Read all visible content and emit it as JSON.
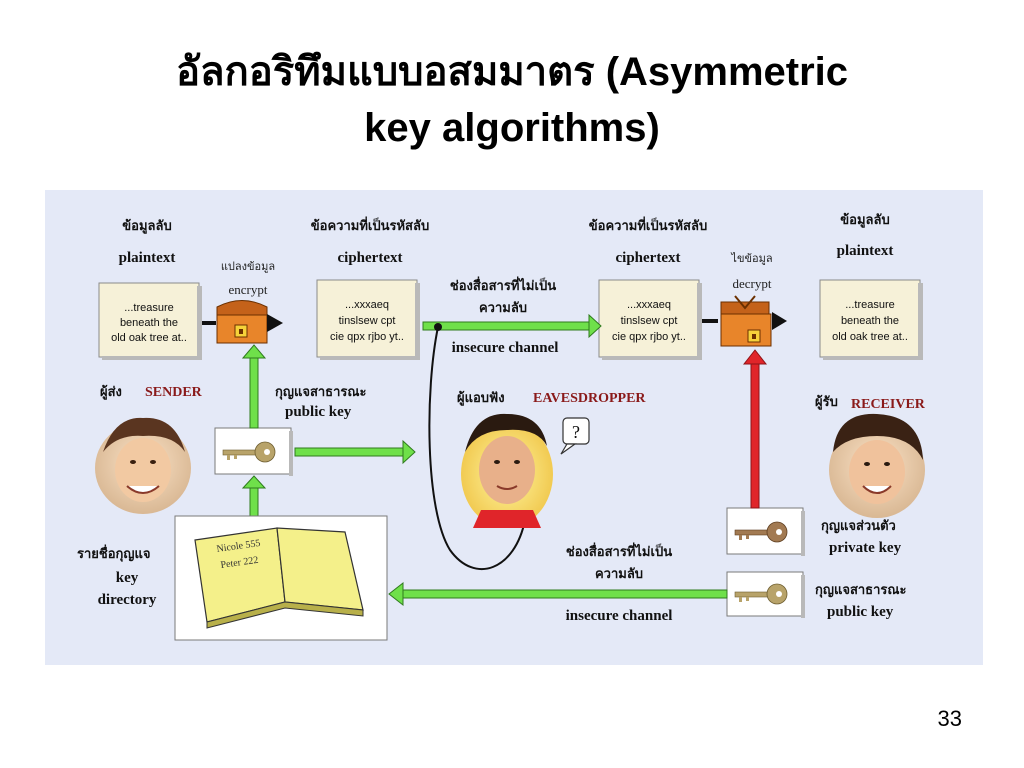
{
  "title": {
    "line1": "อัลกอริทึมแบบอสมมาตร (Asymmetric",
    "line2": "key algorithms)"
  },
  "page_number": "33",
  "diagram": {
    "plaintext_left": {
      "thai": "ข้อมูลลับ",
      "en": "plaintext",
      "lines": [
        "...treasure",
        "beneath the",
        "old oak tree at.."
      ]
    },
    "ciphertext_left": {
      "thai": "ข้อความที่เป็นรหัสลับ",
      "en": "ciphertext",
      "lines": [
        "...xxxaeq",
        "tinslsew cpt",
        "cie qpx rjbo yt.."
      ]
    },
    "ciphertext_right": {
      "thai": "ข้อความที่เป็นรหัสลับ",
      "en": "ciphertext",
      "lines": [
        "...xxxaeq",
        "tinslsew cpt",
        "cie qpx rjbo yt.."
      ]
    },
    "plaintext_right": {
      "thai": "ข้อมูลลับ",
      "en": "plaintext",
      "lines": [
        "...treasure",
        "beneath the",
        "old oak tree at.."
      ]
    },
    "encrypt": {
      "thai": "แปลงข้อมูล",
      "en": "encrypt"
    },
    "decrypt": {
      "thai": "ไขข้อมูล",
      "en": "decrypt"
    },
    "channel_top": {
      "thai_line1": "ช่องสื่อสารที่ไม่เป็น",
      "thai_line2": "ความลับ",
      "en": "insecure channel"
    },
    "channel_bottom": {
      "thai_line1": "ช่องสื่อสารที่ไม่เป็น",
      "thai_line2": "ความลับ",
      "en": "insecure channel"
    },
    "sender": {
      "thai": "ผู้ส่ง",
      "en": "SENDER"
    },
    "eavesdropper": {
      "thai": "ผู้แอบฟัง",
      "en": "EAVESDROPPER",
      "bubble": "?"
    },
    "receiver": {
      "thai": "ผู้รับ",
      "en": "RECEIVER"
    },
    "public_key_sender": {
      "thai": "กุญแจสาธารณะ",
      "en": "public key"
    },
    "private_key": {
      "thai": "กุญแจส่วนตัว",
      "en": "private key"
    },
    "public_key_receiver": {
      "thai": "กุญแจสาธารณะ",
      "en": "public key"
    },
    "key_directory": {
      "thai": "รายชื่อกุญแจ",
      "en_line1": "key",
      "en_line2": "directory"
    },
    "book": {
      "line1": "Nicole 555",
      "line2": "Peter 222"
    }
  },
  "colors": {
    "panel_bg": "#e4e9f7",
    "doc_fill": "#f6f1d8",
    "chest": "#e8852a",
    "arrow_green": "#6fe04a",
    "arrow_red": "#e0252a",
    "key_gold": "#b8a36a",
    "book_page": "#f4f08a",
    "role_text": "#8a1a1a"
  }
}
